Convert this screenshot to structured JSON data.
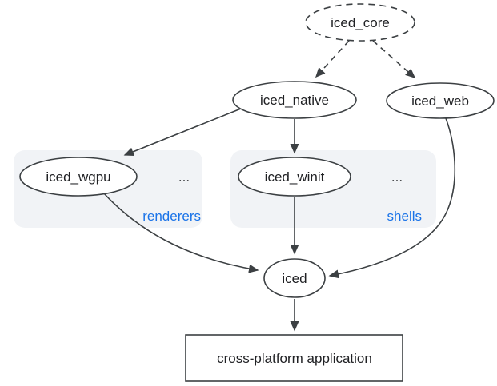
{
  "diagram": {
    "nodes": {
      "iced_core": {
        "label": "iced_core",
        "shape": "ellipse",
        "border": "dashed"
      },
      "iced_native": {
        "label": "iced_native",
        "shape": "ellipse",
        "border": "solid"
      },
      "iced_web": {
        "label": "iced_web",
        "shape": "ellipse",
        "border": "solid"
      },
      "iced_wgpu": {
        "label": "iced_wgpu",
        "shape": "ellipse",
        "border": "solid"
      },
      "iced_winit": {
        "label": "iced_winit",
        "shape": "ellipse",
        "border": "solid"
      },
      "iced": {
        "label": "iced",
        "shape": "ellipse",
        "border": "solid"
      },
      "app": {
        "label": "cross-platform application",
        "shape": "rectangle",
        "border": "solid"
      }
    },
    "groups": {
      "renderers": {
        "label": "renderers",
        "ellipsis": "...",
        "contains": [
          "iced_wgpu"
        ]
      },
      "shells": {
        "label": "shells",
        "ellipsis": "...",
        "contains": [
          "iced_winit"
        ]
      }
    },
    "edges": [
      {
        "from": "iced_core",
        "to": "iced_native",
        "style": "dashed"
      },
      {
        "from": "iced_core",
        "to": "iced_web",
        "style": "dashed"
      },
      {
        "from": "iced_native",
        "to": "iced_wgpu",
        "style": "solid"
      },
      {
        "from": "iced_native",
        "to": "iced_winit",
        "style": "solid"
      },
      {
        "from": "iced_wgpu",
        "to": "iced",
        "style": "solid"
      },
      {
        "from": "iced_winit",
        "to": "iced",
        "style": "solid"
      },
      {
        "from": "iced_web",
        "to": "iced",
        "style": "solid"
      },
      {
        "from": "iced",
        "to": "app",
        "style": "solid"
      }
    ],
    "colors": {
      "stroke": "#3c4043",
      "text": "#202124",
      "group_label": "#1a73e8",
      "group_fill": "#f1f3f6"
    }
  }
}
